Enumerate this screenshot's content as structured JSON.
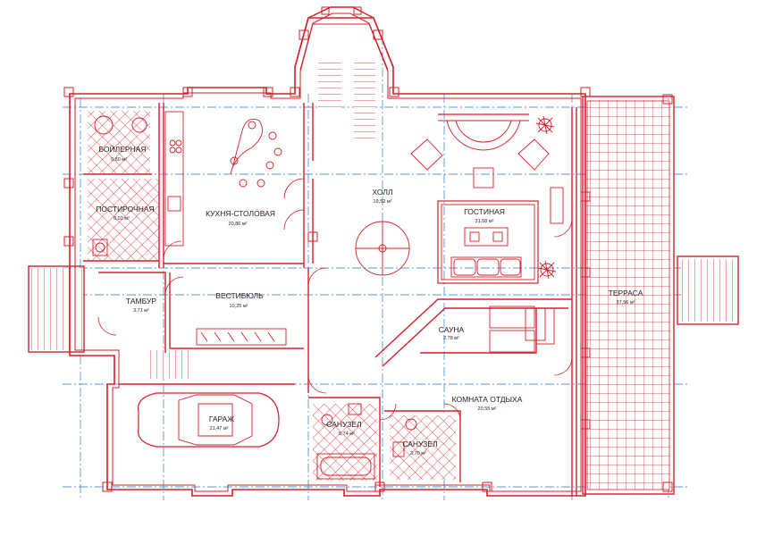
{
  "plan": {
    "colors": {
      "wall": "#d3202a",
      "line": "#c8141e",
      "axis": "#2a78c8",
      "text": "#2a1a1a",
      "background": "#ffffff"
    },
    "rooms": [
      {
        "id": "boiler",
        "name": "БОЙЛЕРНАЯ",
        "area": "5,80 м²"
      },
      {
        "id": "laundry",
        "name": "ПОСТИРОЧНАЯ",
        "area": "6,02 м²"
      },
      {
        "id": "kitchen",
        "name": "КУХНЯ-СТОЛОВАЯ",
        "area": "20,86 м²"
      },
      {
        "id": "hall",
        "name": "ХОЛЛ",
        "area": "19,52 м²"
      },
      {
        "id": "living",
        "name": "ГОСТИНАЯ",
        "area": "31,58 м²"
      },
      {
        "id": "tambur",
        "name": "ТАМБУР",
        "area": "3,71 м²"
      },
      {
        "id": "vestibule",
        "name": "ВЕСТИБЮЛЬ",
        "area": "10,25 м²"
      },
      {
        "id": "sauna",
        "name": "САУНА",
        "area": "2,78 м²"
      },
      {
        "id": "terrace",
        "name": "ТЕРРАСА",
        "area": "37,56 м²"
      },
      {
        "id": "garage",
        "name": "ГАРАЖ",
        "area": "21,47 м²"
      },
      {
        "id": "bath1",
        "name": "САНУЗЕЛ",
        "area": "5,74 м²"
      },
      {
        "id": "bath2",
        "name": "САНУЗЕЛ",
        "area": "3,70 м²"
      },
      {
        "id": "lounge",
        "name": "КОМНАТА ОТДЫХА",
        "area": "20,55 м²"
      }
    ]
  }
}
